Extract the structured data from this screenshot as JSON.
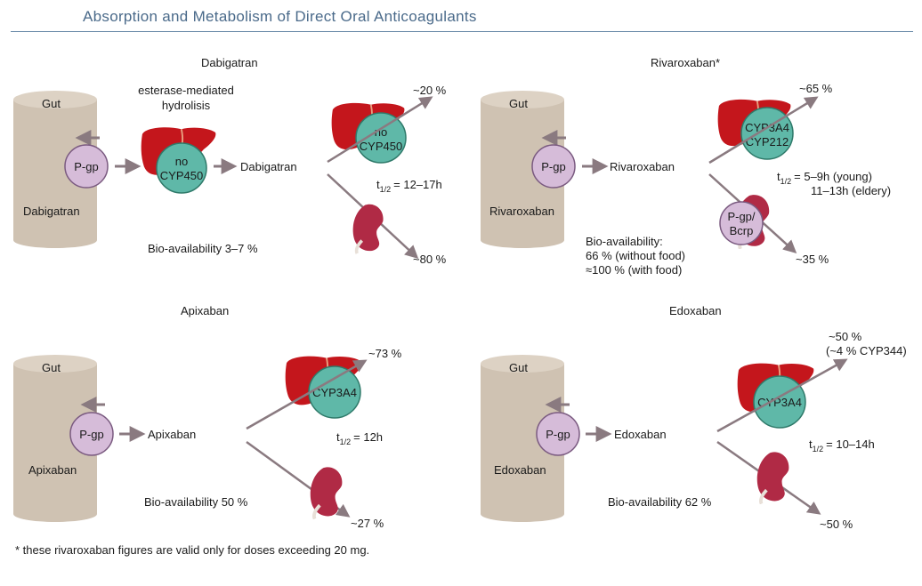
{
  "title": "Absorption and Metabolism of Direct Oral Anticoagulants",
  "footnote": "* these rivaroxaban figures are valid only for doses exceeding 20 mg.",
  "colors": {
    "gut": "#cfc2b2",
    "liver": "#c4161c",
    "kidney": "#b02a45",
    "pgp": "#d6bcd9",
    "cyp": "#5fb8a8",
    "arrow": "#8a7a80"
  },
  "panels": {
    "dabigatran": {
      "name": "Dabigatran",
      "gut": "Gut",
      "pgp": "P-gp",
      "gut_drug": "Dabigatran",
      "hydrolysis": [
        "esterase-mediated",
        "hydrolisis"
      ],
      "liver1_cyp": [
        "no",
        "CYP450"
      ],
      "drug": "Dabigatran",
      "liver2_cyp": [
        "no",
        "CYP450"
      ],
      "liver_pct": "~20 %",
      "kidney_pct": "~80 %",
      "half_life": "= 12–17h",
      "bioavailability": "Bio-availability 3–7 %"
    },
    "rivaroxaban": {
      "name": "Rivaroxaban*",
      "gut": "Gut",
      "pgp": "P-gp",
      "gut_drug": "Rivaroxaban",
      "drug": "Rivaroxaban",
      "liver_cyp": [
        "CYP3A4",
        "CYP212"
      ],
      "liver_pct": "~65 %",
      "kidney_pgp": [
        "P-gp/",
        "Bcrp"
      ],
      "kidney_pct": "~35 %",
      "half_life": "= 5–9h (young)",
      "half_life2": "11–13h (eldery)",
      "bioavailability": [
        "Bio-availability:",
        "66 % (without food)",
        "≈100 % (with food)"
      ]
    },
    "apixaban": {
      "name": "Apixaban",
      "gut": "Gut",
      "pgp": "P-gp",
      "gut_drug": "Apixaban",
      "drug": "Apixaban",
      "liver_cyp": "CYP3A4",
      "liver_pct": "~73 %",
      "kidney_pct": "~27 %",
      "half_life": "= 12h",
      "bioavailability": "Bio-availability 50 %"
    },
    "edoxaban": {
      "name": "Edoxaban",
      "gut": "Gut",
      "pgp": "P-gp",
      "gut_drug": "Edoxaban",
      "drug": "Edoxaban",
      "liver_cyp": "CYP3A4",
      "liver_pct": "~50 %",
      "liver_pct2": "(~4 % CYP344)",
      "kidney_pct": "~50 %",
      "half_life": "= 10–14h",
      "bioavailability": "Bio-availability 62 %"
    }
  },
  "t_half": {
    "t": "t",
    "sub": "1/2"
  }
}
